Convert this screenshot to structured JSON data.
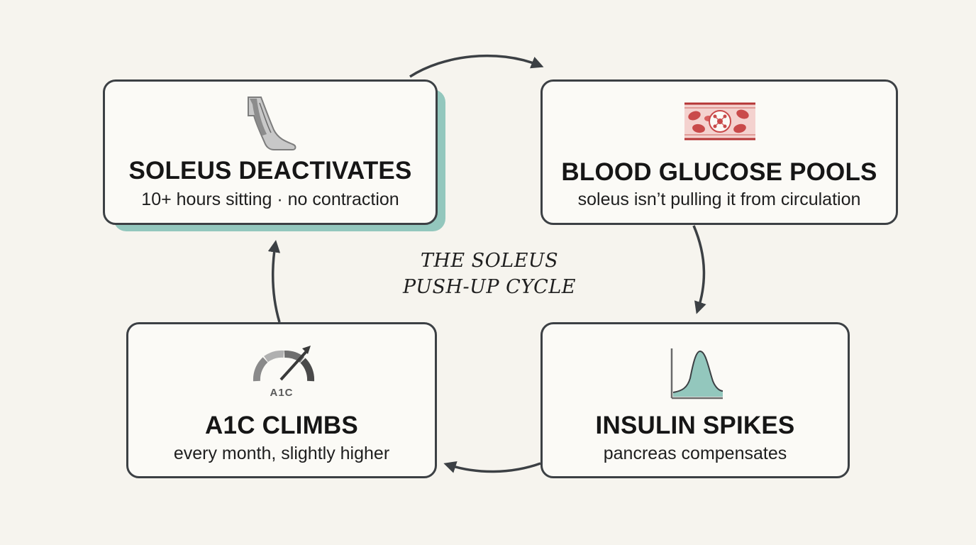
{
  "center": {
    "line1": "THE SOLEUS",
    "line2": "PUSH-UP CYCLE"
  },
  "steps": [
    {
      "title": "SOLEUS DEACTIVATES",
      "subtitle": "10+ hours sitting · no contraction",
      "icon": "leg-icon"
    },
    {
      "title": "BLOOD GLUCOSE POOLS",
      "subtitle": "soleus isn’t pulling it from circulation",
      "icon": "blood-vessel-icon"
    },
    {
      "title": "INSULIN SPIKES",
      "subtitle": "pancreas compensates",
      "icon": "spike-curve-icon"
    },
    {
      "title": "A1C CLIMBS",
      "subtitle": "every month, slightly higher",
      "icon": "gauge-icon",
      "icon_label": "A1C"
    }
  ],
  "colors": {
    "background": "#f6f4ee",
    "border": "#3c4044",
    "teal": "#93c7bd",
    "blood_red": "#c94a4a"
  }
}
